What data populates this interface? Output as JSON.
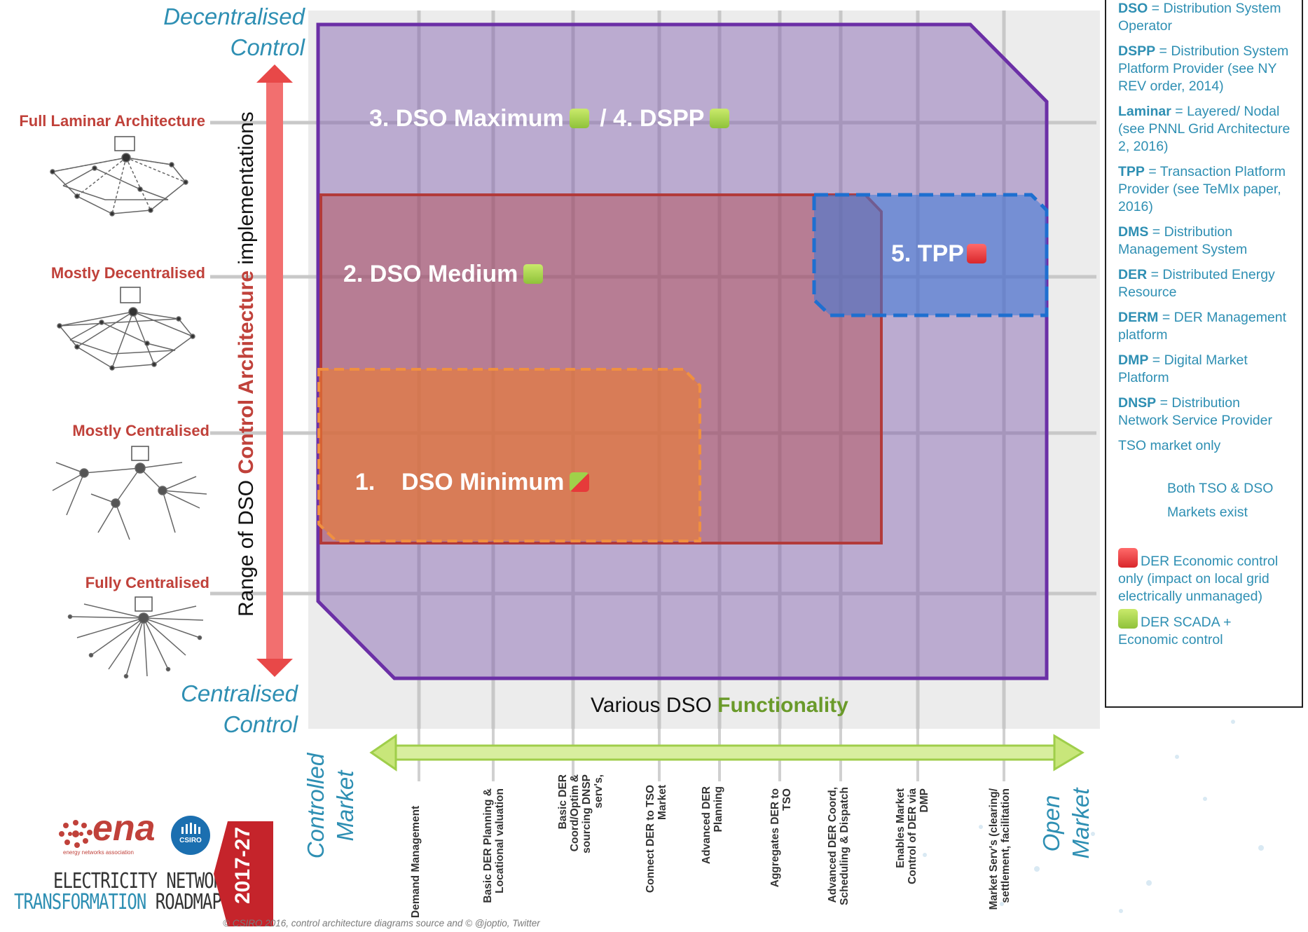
{
  "title": "Range of DSO Control Architecture implementations",
  "axis_y": {
    "label_prefix": "Range of DSO ",
    "label_accent": "Control Architecture",
    "label_suffix": " implementations",
    "top": "Decentralised Control",
    "bottom": "Centralised Control"
  },
  "architectures": [
    {
      "label": "Full Laminar Architecture",
      "icon": "laminar-network-icon"
    },
    {
      "label": "Mostly Decentralised",
      "icon": "decentralised-network-icon"
    },
    {
      "label": "Mostly Centralised",
      "icon": "mostly-centralised-network-icon"
    },
    {
      "label": "Fully Centralised",
      "icon": "centralised-network-icon"
    }
  ],
  "axis_x": {
    "label_prefix": "Various DSO ",
    "label_accent": "Functionality",
    "left": "Controlled Market",
    "right": "Open Market"
  },
  "functionalities": [
    "Demand Management",
    "Basic DER Planning & Locational valuation",
    "Basic DER Coord/Optim & sourcing DNSP serv's,",
    "Connect DER to TSO Market",
    "Advanced DER Planning",
    "Aggregates DER to TSO",
    "Advanced DER Coord, Scheduling & Dispatch",
    "Enables Market Control of DER via DMP",
    "Market Serv's (clearing/ settlement, facilitation"
  ],
  "regions": [
    {
      "id": 1,
      "label": "1.    DSO Minimum",
      "marker": "split"
    },
    {
      "id": 2,
      "label": "2. DSO Medium",
      "marker": "green"
    },
    {
      "id": 3,
      "label": "3. DSO Maximum",
      "marker": "green",
      "label_b": "/ 4. DSPP"
    },
    {
      "id": 5,
      "label": "5. TPP",
      "marker": "red"
    }
  ],
  "legend": {
    "definitions": [
      {
        "term": "DSO",
        "text": " = Distribution System Operator"
      },
      {
        "term": "DSPP",
        "text": " = Distribution System Platform Provider (see NY REV order, 2014)"
      },
      {
        "term": "Laminar",
        "text": " = Layered/ Nodal (see PNNL Grid Architecture 2, 2016)"
      },
      {
        "term": "TPP",
        "text": " = Transaction Platform Provider (see TeMIx paper, 2016)"
      },
      {
        "term": "DMS",
        "text": " = Distribution Management System"
      },
      {
        "term": "DER",
        "text": " = Distributed Energy Resource"
      },
      {
        "term": "DERM",
        "text": " = DER Management platform"
      },
      {
        "term": "DMP",
        "text": " = Digital Market Platform"
      },
      {
        "term": "DNSP",
        "text": " = Distribution Network Service Provider"
      }
    ],
    "tso_only": "TSO market only",
    "dashed_label": "Both TSO & DSO",
    "solid_label": "Markets exist",
    "red_marker_label": "DER Economic control only (impact on local grid electrically unmanaged)",
    "green_marker_label": "DER SCADA + Economic control"
  },
  "branding": {
    "ena": "ena",
    "ena_tagline": "energy networks association",
    "csiro": "CSIRO",
    "roadmap_line1": "ELECTRICITY NETWORK",
    "roadmap_line2a": "TRANSFORMATION",
    "roadmap_line2b": " ROADMAP",
    "years": "2017-27"
  },
  "credit": "© CSIRO 2016, control architecture diagrams source and ©  @joptio, Twitter",
  "colors": {
    "accent_teal": "#2e8fb3",
    "accent_red": "#c0413a",
    "accent_green": "#6a9a2a",
    "region_purple": "#7a4aa8",
    "region_medium": "#b23a3a",
    "region_minimum": "#e77a2a",
    "region_tpp": "#1e6fd0"
  }
}
